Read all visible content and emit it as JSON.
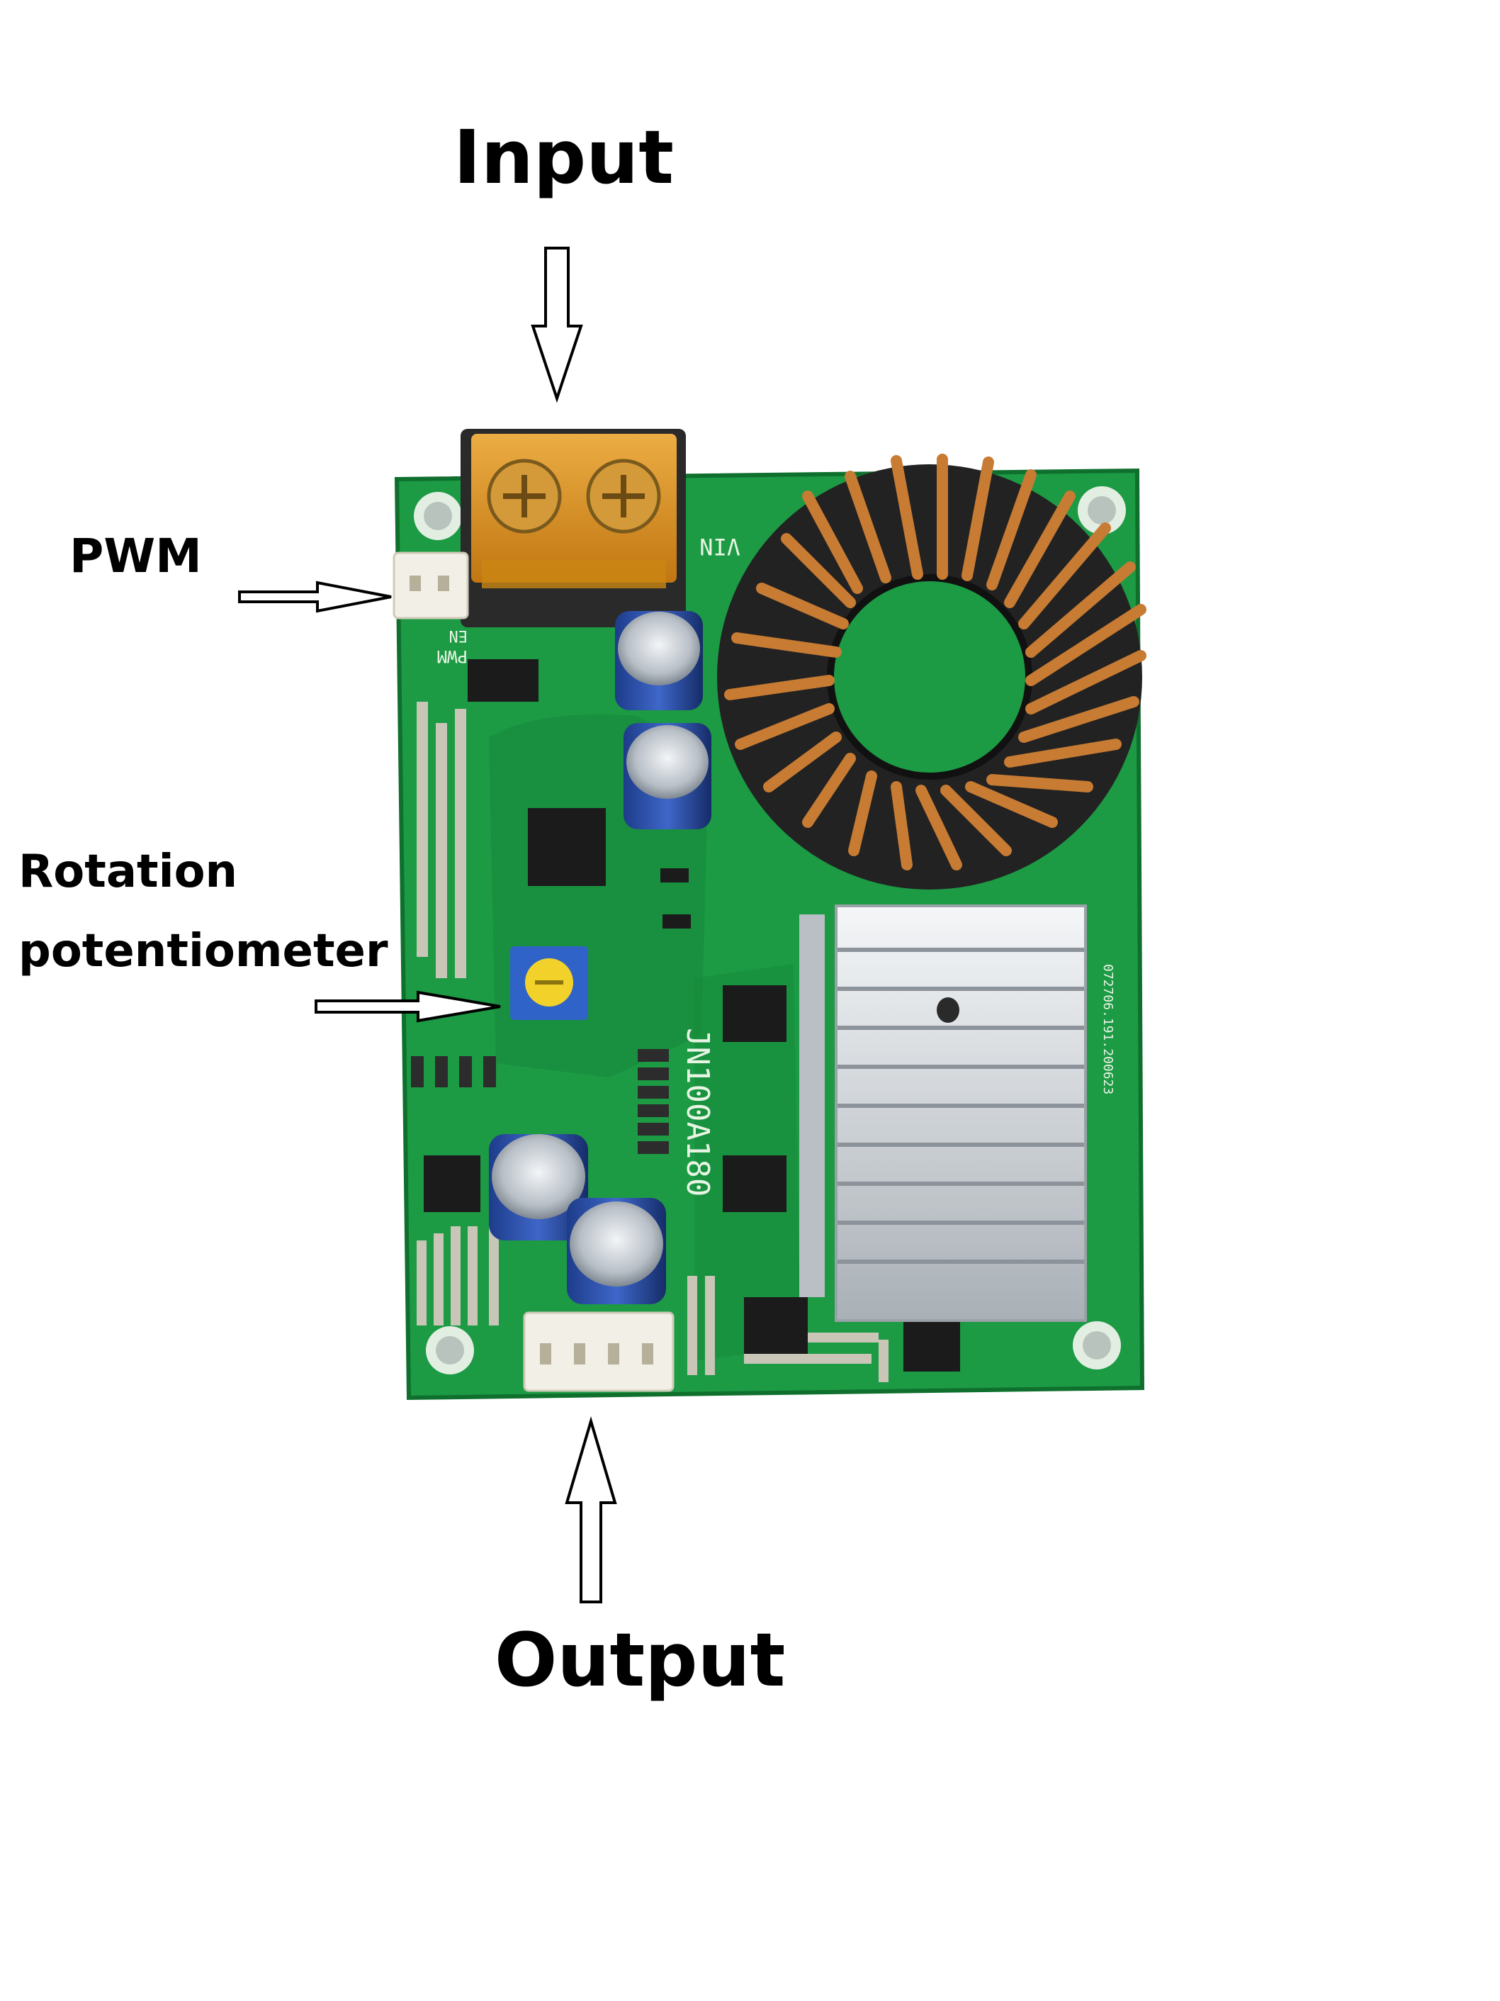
{
  "labels": {
    "input": "Input",
    "pwm": "PWM",
    "rotation_line1": "Rotation",
    "rotation_line2": "potentiometer",
    "output": "Output"
  },
  "board": {
    "model": "JN100A180",
    "vin": "VIN",
    "pwm_header": "PWM",
    "en": "EN",
    "rev": "072706.191.200623",
    "pcb_color": "#1c9a44",
    "coil_color": "#c77b33",
    "heatsink_color": "#cfd4d8",
    "terminal_color": "#e79a1e"
  },
  "icons": [
    "arrow-down-icon",
    "arrow-right-icon",
    "arrow-up-icon"
  ]
}
